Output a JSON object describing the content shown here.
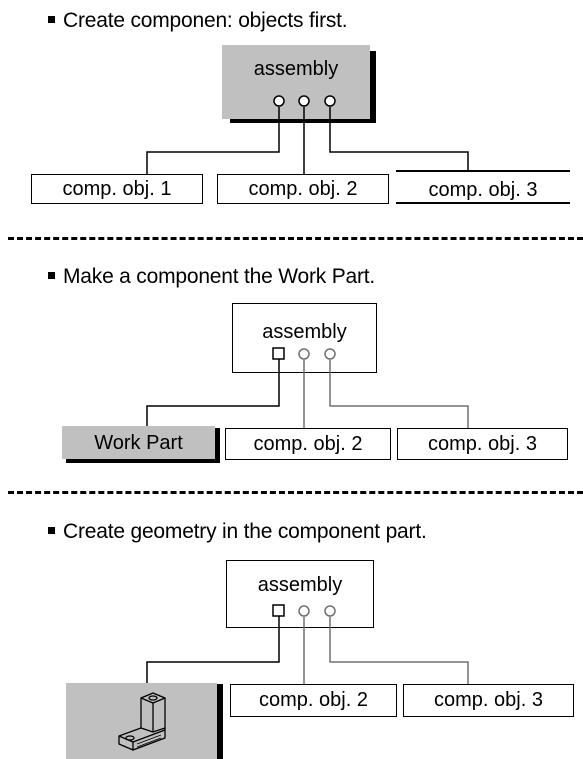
{
  "sections": [
    {
      "instruction": "Create componen: objects first.",
      "assembly_label": "assembly",
      "components": [
        "comp. obj. 1",
        "comp. obj. 2",
        "comp. obj. 3"
      ]
    },
    {
      "instruction": "Make a component the Work Part.",
      "assembly_label": "assembly",
      "components": [
        "Work Part",
        "comp. obj. 2",
        "comp. obj. 3"
      ]
    },
    {
      "instruction": "Create geometry in the component part.",
      "assembly_label": "assembly",
      "components": [
        "",
        "comp. obj. 2",
        "comp. obj. 3"
      ]
    }
  ],
  "colors": {
    "gray_fill": "#c0c0c0",
    "line": "#000000",
    "connector_gray": "#707070"
  },
  "icons": [
    "l-bracket-part-icon"
  ]
}
